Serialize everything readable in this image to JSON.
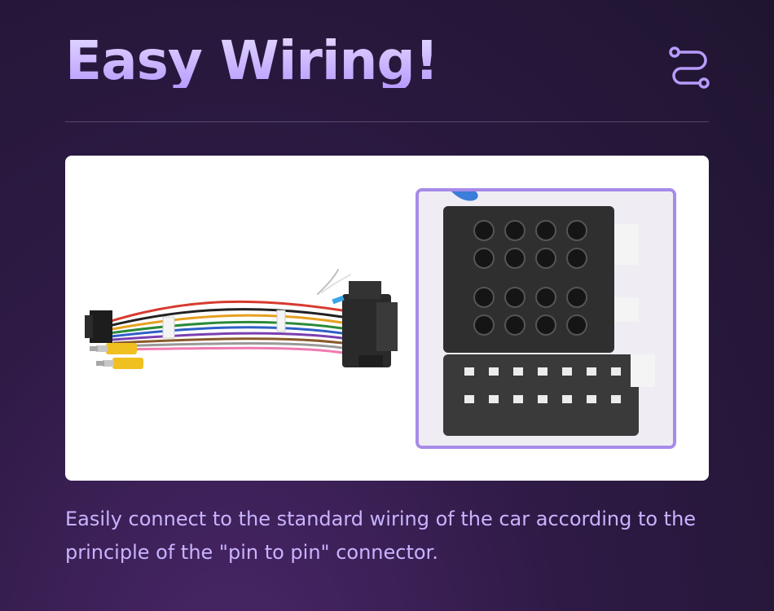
{
  "header": {
    "title": "Easy Wiring!",
    "icon": "route-icon"
  },
  "product": {
    "main_image": "wiring-harness-photo",
    "detail_image": "iso-connector-closeup",
    "accent_color": "#a78be8"
  },
  "caption": {
    "text": "Easily connect to the standard wiring of the car according to the principle of the \"pin to pin\" connector."
  }
}
